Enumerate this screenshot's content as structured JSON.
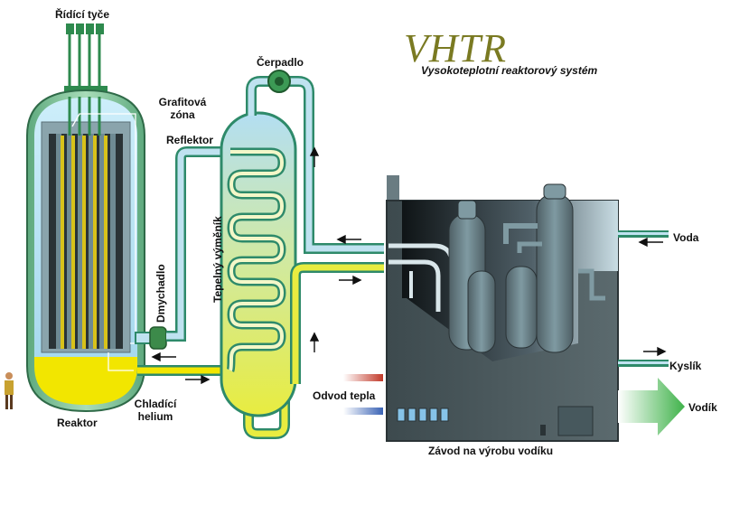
{
  "title": "VHTR",
  "subtitle": "Vysokoteplotní reaktorový systém",
  "labels": {
    "control_rods": "Řídící tyče",
    "graphite_zone_line1": "Grafitová",
    "graphite_zone_line2": "zóna",
    "reflector": "Reflektor",
    "reactor": "Reaktor",
    "coolant_line1": "Chladící",
    "coolant_line2": "helium",
    "blower": "Dmychadlo",
    "heat_exchanger": "Tepelný výměník",
    "pump": "Čerpadlo",
    "water": "Voda",
    "oxygen": "Kyslík",
    "hydrogen": "Vodík",
    "heat_removal": "Odvod tepla",
    "hydrogen_plant": "Závod na výrobu vodíku"
  },
  "colors": {
    "reactor_shell": "#7fbf9a",
    "helium_yellow": "#f2e600",
    "pipe_green": "#2e8a6a",
    "exchanger_blue": "#b9dff0",
    "plant_gray": "#4f5c60",
    "title_olive": "#7a7a22",
    "hydrogen_arrow": "#5fc35f"
  }
}
